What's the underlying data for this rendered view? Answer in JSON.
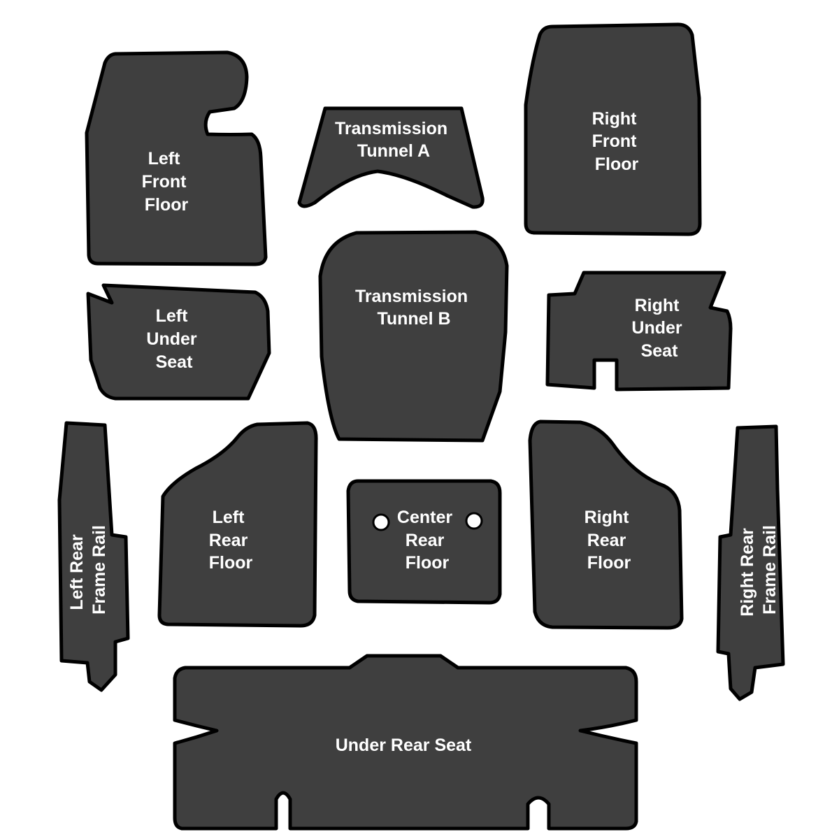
{
  "pieces": {
    "left_front_floor": [
      "Left",
      "Front",
      "Floor"
    ],
    "transmission_tunnel_a": [
      "Transmission",
      "Tunnel A"
    ],
    "right_front_floor": [
      "Right",
      "Front",
      "Floor"
    ],
    "left_under_seat": [
      "Left",
      "Under",
      "Seat"
    ],
    "transmission_tunnel_b": [
      "Transmission",
      "Tunnel B"
    ],
    "right_under_seat": [
      "Right",
      "Under",
      "Seat"
    ],
    "left_rear_frame_rail": [
      "Left Rear",
      "Frame Rail"
    ],
    "left_rear_floor": [
      "Left",
      "Rear",
      "Floor"
    ],
    "center_rear_floor": [
      "Center",
      "Rear",
      "Floor"
    ],
    "right_rear_floor": [
      "Right",
      "Rear",
      "Floor"
    ],
    "right_rear_frame_rail": [
      "Right Rear",
      "Frame Rail"
    ],
    "under_rear_seat": [
      "Under Rear Seat"
    ]
  },
  "colors": {
    "piece_fill": "#3f3f3f",
    "outline": "#000000",
    "label": "#ffffff",
    "background": "#ffffff"
  }
}
